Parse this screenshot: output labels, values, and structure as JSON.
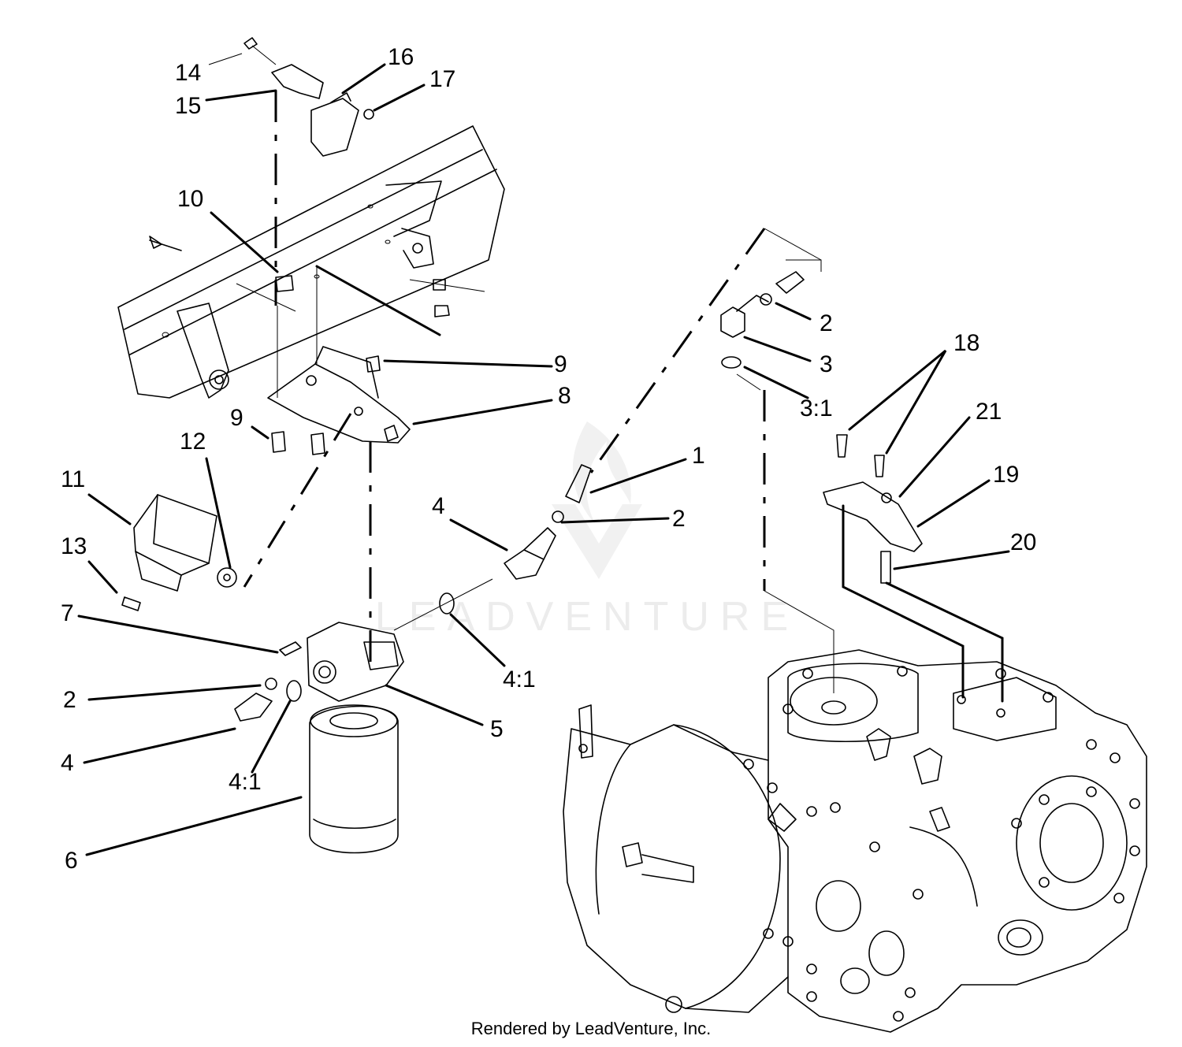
{
  "diagram": {
    "callouts": [
      {
        "id": "c14",
        "text": "14"
      },
      {
        "id": "c16",
        "text": "16"
      },
      {
        "id": "c17",
        "text": "17"
      },
      {
        "id": "c15",
        "text": "15"
      },
      {
        "id": "c10",
        "text": "10"
      },
      {
        "id": "c9a",
        "text": "9"
      },
      {
        "id": "c8",
        "text": "8"
      },
      {
        "id": "c9b",
        "text": "9"
      },
      {
        "id": "c12",
        "text": "12"
      },
      {
        "id": "c11",
        "text": "11"
      },
      {
        "id": "c13",
        "text": "13"
      },
      {
        "id": "c7",
        "text": "7"
      },
      {
        "id": "c2a",
        "text": "2"
      },
      {
        "id": "c4a",
        "text": "4"
      },
      {
        "id": "c41a",
        "text": "4:1"
      },
      {
        "id": "c6",
        "text": "6"
      },
      {
        "id": "c5",
        "text": "5"
      },
      {
        "id": "c41b",
        "text": "4:1"
      },
      {
        "id": "c4b",
        "text": "4"
      },
      {
        "id": "c2b",
        "text": "2"
      },
      {
        "id": "c1",
        "text": "1"
      },
      {
        "id": "c2c",
        "text": "2"
      },
      {
        "id": "c3",
        "text": "3"
      },
      {
        "id": "c31",
        "text": "3:1"
      },
      {
        "id": "c18",
        "text": "18"
      },
      {
        "id": "c21",
        "text": "21"
      },
      {
        "id": "c19",
        "text": "19"
      },
      {
        "id": "c20",
        "text": "20"
      }
    ],
    "watermark": "LEADVENTURE",
    "credit": "Rendered by LeadVenture, Inc."
  }
}
